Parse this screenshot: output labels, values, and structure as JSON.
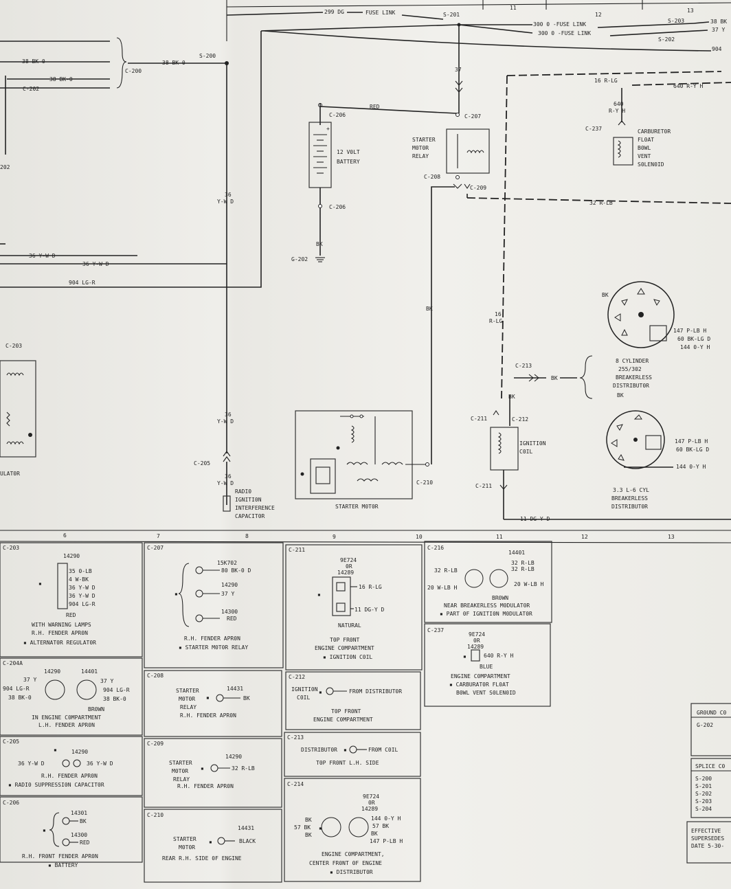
{
  "top_scale": [
    "11",
    "12",
    "13"
  ],
  "bottom_scale": [
    "6",
    "7",
    "8",
    "9",
    "10",
    "11",
    "12",
    "13"
  ],
  "wires": {
    "w299": "299 DG",
    "fuse_link": "FUSE LINK",
    "w300a": "300 0 -FUSE LINK",
    "w300b": "300 0 -FUSE LINK",
    "w38bk_right1": "38 BK",
    "w37y_right": "37 Y",
    "w904_right": "904",
    "w38bk_a": "38 BK-0",
    "w38bk_b": "38 BK-0",
    "w38bk_c": "38 BK-0",
    "w37": "37",
    "red": "RED",
    "w16rlg_top": "16 R-LG",
    "w640ryh_top": "640 R-Y H",
    "w640_vert": "640",
    "w640_vert2": "R-Y H",
    "w36ywd_1": "36 Y-W D",
    "w36ywd_2": "36 Y-W D",
    "w904lgr": "904 LG-R",
    "w36_v1a": "36",
    "w36_v1b": "Y-W D",
    "w36_v2a": "36",
    "w36_v2b": "Y-W D",
    "w36_v3a": "36",
    "w36_v3b": "Y-W D",
    "w32rlb": "32 R-LB",
    "bk_batt": "BK",
    "bk_starter": "BK",
    "w16_v_a": "16",
    "w16_v_b": "R-LG",
    "bk_213": "BK",
    "bk_coil": "BK",
    "bk_dist1": "BK",
    "bk_dist2": "BK",
    "w147a": "147 P-LB H",
    "w60a": "60 BK-LG D",
    "w144a": "144 0-Y H",
    "w147b": "147 P-LB H",
    "w60b": "60 BK-LG D",
    "w144b": "144 0-Y H",
    "w11dgyd": "11 DG-Y D"
  },
  "connectors": {
    "s200": "S-200",
    "s201": "S-201",
    "s202": "S-202",
    "s203": "S-203",
    "c200": "C-200",
    "c202": "C-202",
    "c202b": "202",
    "c203": "C-203",
    "c205": "C-205",
    "c206a": "C-206",
    "c206b": "C-206",
    "c207": "C-207",
    "c208": "C-208",
    "c209": "C-209",
    "c210": "C-210",
    "c211a": "C-211",
    "c211b": "C-211",
    "c212": "C-212",
    "c213": "C-213",
    "c237": "C-237",
    "g202": "G-202"
  },
  "components": {
    "battery_l1": "12 V0LT",
    "battery_l2": "BATTERY",
    "starter_relay": [
      "STARTER",
      "M0T0R",
      "RELAY"
    ],
    "carb_solenoid": [
      "CARBURET0R",
      "FL0AT",
      "B0WL",
      "VENT",
      "S0LEN0ID"
    ],
    "starter_motor": "STARTER M0T0R",
    "ignition_coil": [
      "IGNITI0N",
      "C0IL"
    ],
    "regulator": "ULAT0R",
    "radio_cap": [
      "RADI0",
      "IGNITI0N",
      "INTERFERENCE",
      "CAPACIT0R"
    ],
    "dist8": [
      "8 CYLINDER",
      "255/302",
      "BREAKERLESS",
      "DISTRIBUT0R"
    ],
    "dist6": [
      "3.3 L-6 CYL",
      "BREAKERLESS",
      "DISTRIBUT0R"
    ]
  },
  "views": {
    "c203": {
      "id": "C-203",
      "part": "14290",
      "pins": [
        "35 0-LB",
        "4 W-BK",
        "36 Y-W D",
        "36 Y-W D",
        "904 LG-R"
      ],
      "color": "RED",
      "desc": [
        "WITH WARNING LAMPS",
        "R.H. FENDER APR0N",
        "▪ ALTERNAT0R REGULAT0R"
      ]
    },
    "c207": {
      "id": "C-207",
      "p1": "15K702",
      "w1": "80 BK-0 D",
      "p2": "14290",
      "w2": "37 Y",
      "p3": "14300",
      "w3": "RED",
      "desc": [
        "R.H. FENDER APR0N",
        "▪ STARTER M0T0R RELAY"
      ]
    },
    "c211": {
      "id": "C-211",
      "p1": "9E724",
      "or": "0R",
      "p2": "14289",
      "w1": "16 R-LG",
      "w2": "11 DG-Y D",
      "natural": "NATURAL",
      "desc": [
        "T0P FR0NT",
        "ENGINE C0MPARTMENT",
        "▪ IGNITI0N C0IL"
      ]
    },
    "c216": {
      "id": "C-216",
      "part": "14401",
      "w1": "32 R-LB",
      "w2": "32 R-LB",
      "w3": "32 R-LB",
      "w4": "20 W-LB H",
      "w5": "20 W-LB H",
      "brown": "BR0WN",
      "desc": [
        "NEAR BREAKERLESS M0DULAT0R",
        "▪ PART 0F IGNITI0N M0DULAT0R"
      ]
    },
    "c237": {
      "id": "C-237",
      "p1": "9E724",
      "or": "0R",
      "p2": "14289",
      "w1": "640 R-Y H",
      "blue": "BLUE",
      "desc": [
        "ENGINE C0MPARTMENT",
        "▪ CARBURAT0R FL0AT",
        "B0WL VENT S0LEN0ID"
      ]
    },
    "c204a": {
      "id": "C-204A",
      "p1": "14290",
      "p2": "14401",
      "w1": "37 Y",
      "w2": "904 LG-R",
      "w3": "38 BK-0",
      "w4": "37 Y",
      "w5": "904 LG-R",
      "w6": "38 BK-0",
      "brown": "BR0WN",
      "desc": [
        "IN ENGINE C0MPARTMENT",
        "L.H. FENDER APR0N"
      ]
    },
    "c208": {
      "id": "C-208",
      "part": "14431",
      "l1": "STARTER",
      "l2": "M0T0R",
      "l3": "RELAY",
      "w1": "BK",
      "desc": "R.H. FENDER APR0N"
    },
    "c212": {
      "id": "C-212",
      "l1": "IGNITI0N",
      "l2": "C0IL",
      "w1": "FR0M DISTRIBUT0R",
      "desc": [
        "T0P FR0NT",
        "ENGINE C0MPARTMENT"
      ]
    },
    "c205": {
      "id": "C-205",
      "part": "14290",
      "w1": "36 Y-W D",
      "w2": "36 Y-W D",
      "desc": [
        "R.H. FENDER APR0N",
        "▪ RADI0 SUPPRESSI0N CAPACIT0R"
      ]
    },
    "c209": {
      "id": "C-209",
      "part": "14290",
      "l1": "STARTER",
      "l2": "M0T0R",
      "l3": "RELAY",
      "w1": "32 R-LB",
      "desc": "R.H. FENDER APR0N"
    },
    "c213": {
      "id": "C-213",
      "l1": "DISTRIBUT0R",
      "w1": "FR0M C0IL",
      "desc": "T0P FR0NT L.H. SIDE"
    },
    "c206": {
      "id": "C-206",
      "p1": "14301",
      "w1": "BK",
      "p2": "14300",
      "w2": "RED",
      "desc": [
        "R.H. FR0NT FENDER APR0N",
        "▪ BATTERY"
      ]
    },
    "c210": {
      "id": "C-210",
      "part": "14431",
      "l1": "STARTER",
      "l2": "M0T0R",
      "w1": "BLACK",
      "desc": "REAR R.H. SIDE 0F ENGINE"
    },
    "c214": {
      "id": "C-214",
      "p1": "9E724",
      "or": "0R",
      "p2": "14289",
      "bk1": "BK",
      "bk2": "57 BK",
      "bk3": "BK",
      "w1": "144 0-Y H",
      "w2": "57 BK",
      "w3": "BK",
      "w4": "147 P-LB H",
      "desc": [
        "ENGINE C0MPARTMENT,",
        "CENTER FR0NT 0F ENGINE",
        "▪ DISTRIBUT0R"
      ]
    }
  },
  "side_tables": {
    "ground": {
      "title": "GR0UND C0",
      "rows": [
        "G-202"
      ]
    },
    "splice": {
      "title": "SPLICE C0",
      "rows": [
        "S-200",
        "S-201",
        "S-202",
        "S-203",
        "S-204"
      ]
    },
    "effective": [
      "EFFECTIVE",
      "SUPERSEDES",
      "DATE 5-30-"
    ]
  }
}
